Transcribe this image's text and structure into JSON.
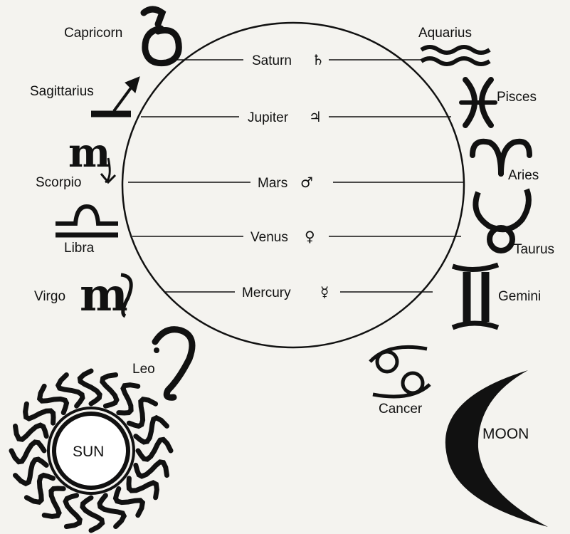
{
  "planets": [
    {
      "name": "Saturn",
      "symbol": "♄"
    },
    {
      "name": "Jupiter",
      "symbol": "♃"
    },
    {
      "name": "Mars",
      "symbol": "♂"
    },
    {
      "name": "Venus",
      "symbol": "♀"
    },
    {
      "name": "Mercury",
      "symbol": "☿"
    }
  ],
  "signs": {
    "capricorn": "Capricorn",
    "aquarius": "Aquarius",
    "sagittarius": "Sagittarius",
    "pisces": "Pisces",
    "scorpio": "Scorpio",
    "aries": "Aries",
    "libra": "Libra",
    "taurus": "Taurus",
    "virgo": "Virgo",
    "gemini": "Gemini",
    "leo": "Leo",
    "cancer": "Cancer"
  },
  "bodies": {
    "sun": "SUN",
    "moon": "MOON"
  },
  "icons": {
    "capricorn": "capricorn-icon",
    "aquarius": "aquarius-icon",
    "sagittarius": "sagittarius-icon",
    "pisces": "pisces-icon",
    "scorpio": "scorpio-icon",
    "aries": "aries-icon",
    "libra": "libra-icon",
    "taurus": "taurus-icon",
    "virgo": "virgo-icon",
    "gemini": "gemini-icon",
    "leo": "leo-icon",
    "cancer": "cancer-icon",
    "sun": "sun-icon",
    "moon": "moon-icon"
  }
}
